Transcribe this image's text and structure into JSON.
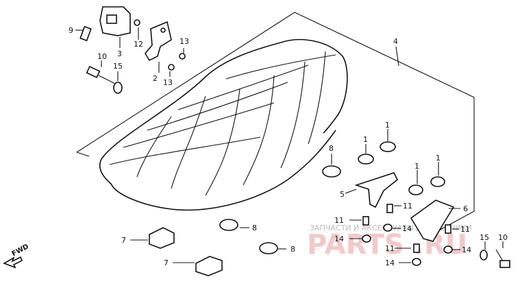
{
  "diagram": {
    "callouts": [
      "9",
      "3",
      "12",
      "2",
      "13",
      "13",
      "10",
      "15",
      "4",
      "8",
      "1",
      "1",
      "1",
      "1",
      "8",
      "5",
      "11",
      "11",
      "6",
      "14",
      "11",
      "14",
      "11",
      "14",
      "14",
      "7",
      "7",
      "8",
      "15",
      "10"
    ],
    "watermark_small": "ЗАПЧАСТИ И АКСЕССУАРЫ ДЛЯ ТЕХНИКИ",
    "watermark_big": "PARTS .RU",
    "fwd_label": "FWD"
  }
}
